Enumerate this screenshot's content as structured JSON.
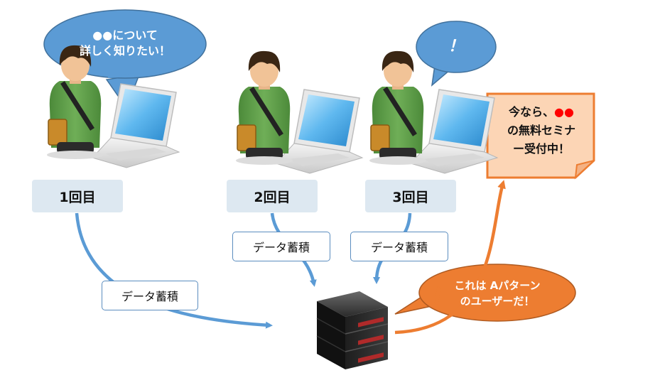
{
  "speech1": {
    "line1": "●●について",
    "line2": "詳しく知りたい！"
  },
  "speech2": {
    "text": "！"
  },
  "speech3": {
    "line1": "これは Aパターン",
    "line2": "のユーザーだ！"
  },
  "note": {
    "prefix": "今なら、",
    "highlight": "●●",
    "line2": "の無料セミナ",
    "line3": "ー受付中！"
  },
  "stages": [
    {
      "label": "1回目"
    },
    {
      "label": "2回目"
    },
    {
      "label": "3回目"
    }
  ],
  "data_label": "データ蓄積",
  "colors": {
    "blue_bubble": "#5b9bd5",
    "orange_bubble": "#ed7d31",
    "note_fill": "#fcd5b5",
    "note_border": "#ed7d31",
    "arrow_blue": "#5b9bd5",
    "arrow_orange": "#ed7d31",
    "label_bg": "#dde8f1",
    "highlight_red": "#ff0000"
  }
}
